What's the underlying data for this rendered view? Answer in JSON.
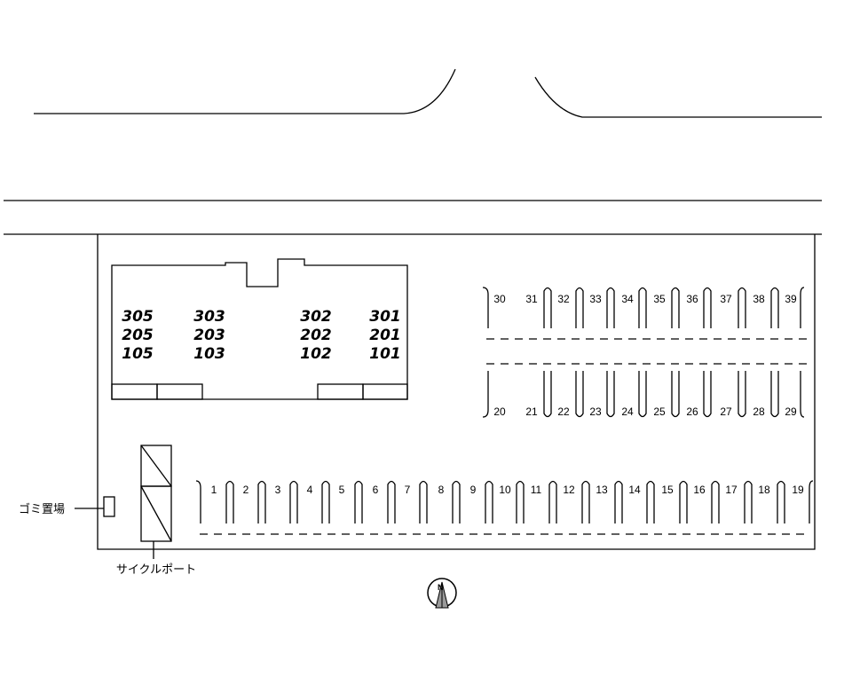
{
  "building": {
    "units": [
      [
        "305",
        "303",
        "302",
        "301"
      ],
      [
        "205",
        "203",
        "202",
        "201"
      ],
      [
        "105",
        "103",
        "102",
        "101"
      ]
    ]
  },
  "parking": {
    "top_row": [
      "30",
      "31",
      "32",
      "33",
      "34",
      "35",
      "36",
      "37",
      "38",
      "39"
    ],
    "middle_row": [
      "20",
      "21",
      "22",
      "23",
      "24",
      "25",
      "26",
      "27",
      "28",
      "29"
    ],
    "bottom_row": [
      "1",
      "2",
      "3",
      "4",
      "5",
      "6",
      "7",
      "8",
      "9",
      "10",
      "11",
      "12",
      "13",
      "14",
      "15",
      "16",
      "17",
      "18",
      "19"
    ]
  },
  "labels": {
    "garbage": "ゴミ置場",
    "cycle_port": "サイクルポート"
  },
  "compass": {
    "letter": "N"
  }
}
